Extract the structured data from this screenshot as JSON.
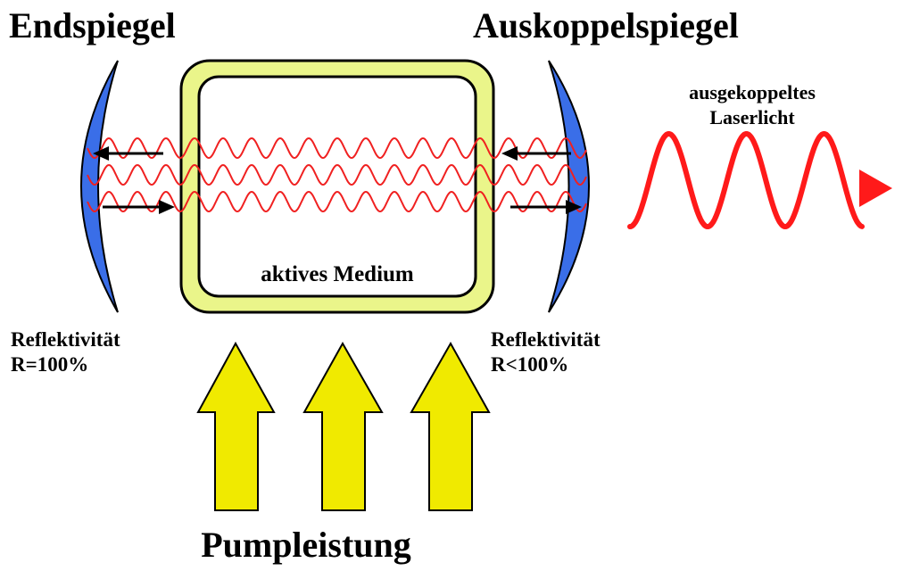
{
  "labels": {
    "end_mirror": "Endspiegel",
    "output_mirror": "Auskoppelspiegel",
    "active_medium": "aktives Medium",
    "end_reflectivity_line1": "Reflektivität",
    "end_reflectivity_line2": "R=100%",
    "out_reflectivity_line1": "Reflektivität",
    "out_reflectivity_line2": "R<100%",
    "output_light_line1": "ausgekoppeltes",
    "output_light_line2": "Laserlicht",
    "pump": "Pumpleistung"
  },
  "colors": {
    "mirror": "#3a6ee8",
    "medium_frame": "#eaf58a",
    "wave": "#f02020",
    "output_wave": "#ff1a1a",
    "pump_arrow": "#f0ea00",
    "arrow": "#000000"
  },
  "icons": {
    "direction_arrows": "arrow-icon",
    "output_arrowhead": "arrowhead-icon"
  }
}
